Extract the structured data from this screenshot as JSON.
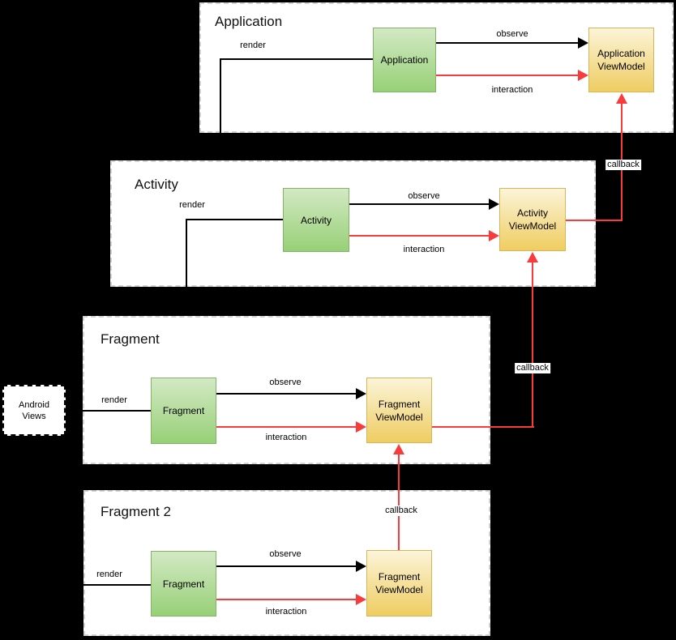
{
  "diagram": {
    "groups": [
      {
        "title": "Application",
        "component_label": "Application",
        "viewmodel_line1": "Application",
        "viewmodel_line2": "ViewModel",
        "render_label": "render",
        "observe_label": "observe",
        "interaction_label": "interaction"
      },
      {
        "title": "Activity",
        "component_label": "Activity",
        "viewmodel_line1": "Activity",
        "viewmodel_line2": "ViewModel",
        "render_label": "render",
        "observe_label": "observe",
        "interaction_label": "interaction"
      },
      {
        "title": "Fragment",
        "component_label": "Fragment",
        "viewmodel_line1": "Fragment",
        "viewmodel_line2": "ViewModel",
        "render_label": "render",
        "observe_label": "observe",
        "interaction_label": "interaction"
      },
      {
        "title": "Fragment 2",
        "component_label": "Fragment",
        "viewmodel_line1": "Fragment",
        "viewmodel_line2": "ViewModel",
        "render_label": "render",
        "observe_label": "observe",
        "interaction_label": "interaction"
      }
    ],
    "external": {
      "android_views_line1": "Android",
      "android_views_line2": "Views"
    },
    "callbacks": [
      {
        "label": "callback"
      },
      {
        "label": "callback"
      },
      {
        "label": "callback"
      }
    ],
    "colors": {
      "background": "#000000",
      "container_fill": "#ffffff",
      "container_dash": "#d4d4d4",
      "component_fill": "#97d077",
      "component_border": "#82b366",
      "viewmodel_fill": "#efcd61",
      "viewmodel_border": "#d6b656",
      "arrow_black": "#000000",
      "arrow_red": "#fa3b3b"
    }
  }
}
